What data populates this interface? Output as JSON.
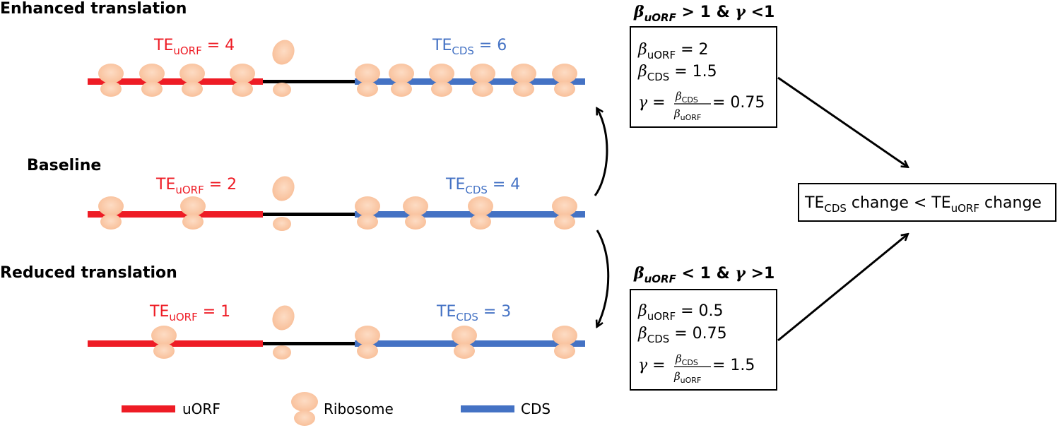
{
  "rows": [
    {
      "title": "Enhanced translation",
      "uorf_label": {
        "base": "TE",
        "sub": "uORF",
        "rest": " = 4"
      },
      "cds_label": {
        "base": "TE",
        "sub": "CDS",
        "rest": " = 6"
      },
      "uorf_ribosomes": 4,
      "cds_ribosomes": 6
    },
    {
      "title": "Baseline",
      "uorf_label": {
        "base": "TE",
        "sub": "uORF",
        "rest": " = 2"
      },
      "cds_label": {
        "base": "TE",
        "sub": "CDS",
        "rest": " = 4"
      },
      "uorf_ribosomes": 2,
      "cds_ribosomes": 4
    },
    {
      "title": "Reduced translation",
      "uorf_label": {
        "base": "TE",
        "sub": "uORF",
        "rest": " = 1"
      },
      "cds_label": {
        "base": "TE",
        "sub": "CDS",
        "rest": " = 3"
      },
      "uorf_ribosomes": 1,
      "cds_ribosomes": 3
    }
  ],
  "boxes": [
    {
      "heading": {
        "beta": "β",
        "sub": "uORF",
        "rest": " > 1 & ",
        "gamma": "γ",
        "cond": " <1"
      },
      "beta_uorf": {
        "sym": "β",
        "sub": "uORF",
        "rest": " = 2"
      },
      "beta_cds": {
        "sym": "β",
        "sub": "CDS",
        "rest": " = 1.5"
      },
      "gamma": {
        "sym": "γ",
        "eq": " = ",
        "num_sym": "β",
        "num_sub": "CDS",
        "den_sym": "β",
        "den_sub": "uORF",
        "rest": " = 0.75"
      }
    },
    {
      "heading": {
        "beta": "β",
        "sub": "uORF",
        "rest": " < 1 & ",
        "gamma": "γ",
        "cond": " >1"
      },
      "beta_uorf": {
        "sym": "β",
        "sub": "uORF",
        "rest": " = 0.5"
      },
      "beta_cds": {
        "sym": "β",
        "sub": "CDS",
        "rest": " = 0.75"
      },
      "gamma": {
        "sym": "γ",
        "eq": " = ",
        "num_sym": "β",
        "num_sub": "CDS",
        "den_sym": "β",
        "den_sub": "uORF",
        "rest": " = 1.5"
      }
    }
  ],
  "result": {
    "a": "TE",
    "a_sub": "CDS",
    "mid": " change < TE",
    "b_sub": "uORF",
    "end": " change"
  },
  "legend": {
    "uorf": "uORF",
    "ribosome": "Ribosome",
    "cds": "CDS"
  },
  "colors": {
    "uorf": "#ee1c25",
    "cds": "#4472c4",
    "linker": "#000000",
    "ribosome": "#fbc9a6"
  }
}
